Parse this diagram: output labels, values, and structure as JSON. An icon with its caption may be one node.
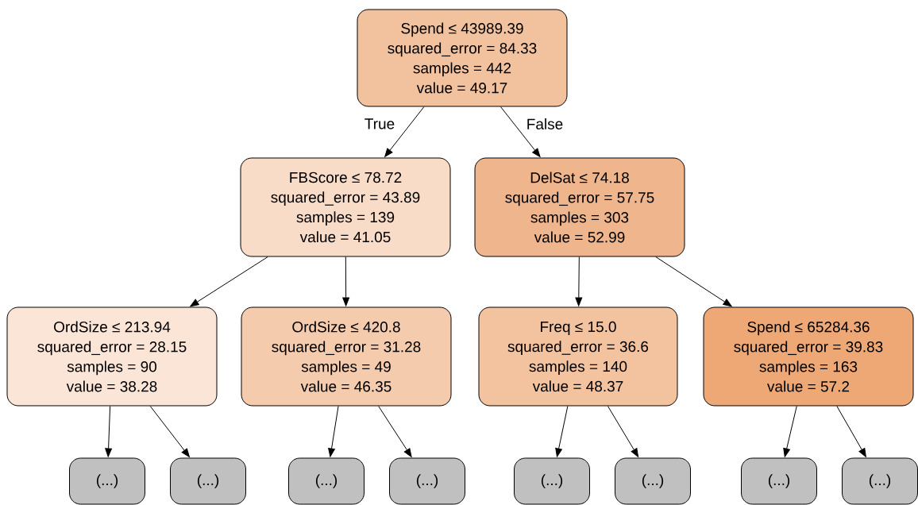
{
  "diagram": {
    "nodes": [
      {
        "text": [
          "Spend ≤ 43989.39",
          "squared_error = 84.33",
          "samples = 442",
          "value = 49.17"
        ]
      },
      {
        "text": [
          "FBScore ≤ 78.72",
          "squared_error = 43.89",
          "samples = 139",
          "value = 41.05"
        ]
      },
      {
        "text": [
          "DelSat ≤ 74.18",
          "squared_error = 57.75",
          "samples = 303",
          "value = 52.99"
        ]
      },
      {
        "text": [
          "OrdSize ≤ 213.94",
          "squared_error = 28.15",
          "samples = 90",
          "value = 38.28"
        ]
      },
      {
        "text": [
          "OrdSize ≤ 420.8",
          "squared_error = 31.28",
          "samples = 49",
          "value = 46.35"
        ]
      },
      {
        "text": [
          "Freq ≤ 15.0",
          "squared_error = 36.6",
          "samples = 140",
          "value = 48.37"
        ]
      },
      {
        "text": [
          "Spend ≤ 65284.36",
          "squared_error = 39.83",
          "samples = 163",
          "value = 57.2"
        ]
      },
      {
        "text": [
          "(...)"
        ]
      },
      {
        "text": [
          "(...)"
        ]
      },
      {
        "text": [
          "(...)"
        ]
      },
      {
        "text": [
          "(...)"
        ]
      },
      {
        "text": [
          "(...)"
        ]
      },
      {
        "text": [
          "(...)"
        ]
      },
      {
        "text": [
          "(...)"
        ]
      },
      {
        "text": [
          "(...)"
        ]
      }
    ],
    "edges": [
      {
        "from": 0,
        "to": 1,
        "arrow": "to",
        "label": "True"
      },
      {
        "from": 0,
        "to": 2,
        "arrow": "to",
        "label": "False"
      },
      {
        "from": 1,
        "to": 3,
        "arrow": "to"
      },
      {
        "from": 1,
        "to": 4,
        "arrow": "to"
      },
      {
        "from": 2,
        "to": 5,
        "arrow": "to"
      },
      {
        "from": 2,
        "to": 6,
        "arrow": "to"
      },
      {
        "from": 3,
        "to": 7,
        "arrow": "to"
      },
      {
        "from": 3,
        "to": 8,
        "arrow": "to"
      },
      {
        "from": 4,
        "to": 9,
        "arrow": "to"
      },
      {
        "from": 4,
        "to": 10,
        "arrow": "to"
      },
      {
        "from": 5,
        "to": 11,
        "arrow": "to"
      },
      {
        "from": 5,
        "to": 12,
        "arrow": "to"
      },
      {
        "from": 6,
        "to": 13,
        "arrow": "to"
      },
      {
        "from": 6,
        "to": 14,
        "arrow": "to"
      }
    ]
  }
}
